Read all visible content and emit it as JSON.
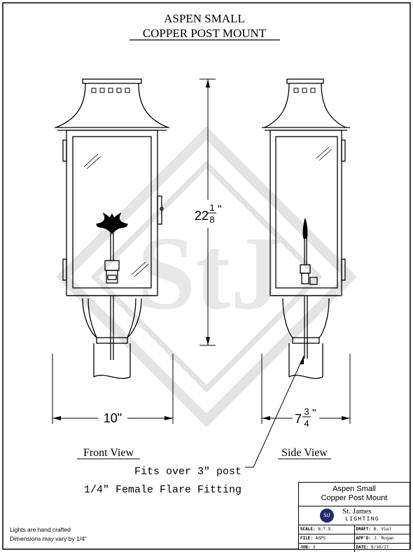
{
  "title": {
    "line1": "ASPEN SMALL",
    "line2": "COPPER POST MOUNT"
  },
  "dimensions": {
    "height_whole": "22",
    "height_num": "1",
    "height_den": "8",
    "height_unit": "\"",
    "front_width": "10\"",
    "side_whole": "7",
    "side_num": "3",
    "side_den": "4",
    "side_unit": "\""
  },
  "views": {
    "front": "Front View",
    "side": "Side View"
  },
  "callout": {
    "line1": "Fits over 3\" post",
    "line2": "1/4\" Female Flare Fitting"
  },
  "notes": {
    "line1": "Lights are hand crafted",
    "line2": "Dimensions may vary by 1/4\""
  },
  "title_block": {
    "name_line1": "Aspen Small",
    "name_line2": "Copper Post Mount",
    "logo_mark": "StJ",
    "company_line1": "St. James",
    "company_line2": "LIGHTING",
    "rows": [
      {
        "l_key": "SCALE:",
        "l_val": "N.T.S.",
        "r_key": "DRAFT:",
        "r_val": "B. Vial"
      },
      {
        "l_key": "FILE:",
        "l_val": "ASPS",
        "r_key": "APP'D:",
        "r_val": "J. Rogan"
      },
      {
        "l_key": "JOB:",
        "l_val": "X",
        "r_key": "DATE:",
        "r_val": "8/30/17"
      }
    ]
  },
  "colors": {
    "line": "#000000",
    "watermark": "#e6e6e6",
    "logo": "#1f2a6b"
  }
}
